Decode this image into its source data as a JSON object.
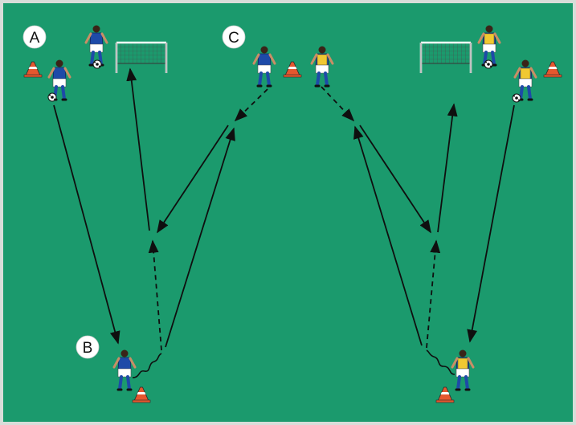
{
  "diagram": {
    "colors": {
      "pitch": "#1b9a6d",
      "border": "#d8ddd9",
      "blue_team": "#1e4aa8",
      "yellow_team": "#f0c832",
      "cone": "#e4572e",
      "line": "#0f0f0f",
      "label_bg": "#ffffff"
    },
    "labels": {
      "a": "A",
      "b": "B",
      "c": "C"
    }
  }
}
